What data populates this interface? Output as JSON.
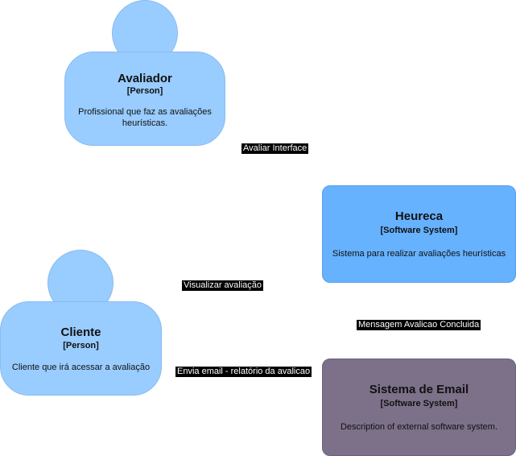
{
  "nodes": {
    "avaliador": {
      "name": "Avaliador",
      "type": "[Person]",
      "description": "Profissional que faz as avaliações heurísticas.",
      "color": "#99ccff"
    },
    "cliente": {
      "name": "Cliente",
      "type": "[Person]",
      "description": "Cliente que irá acessar a avaliação",
      "color": "#99ccff"
    },
    "heureca": {
      "name": "Heureca",
      "type": "[Software System]",
      "description": "Sistema para realizar avaliações heurísticas",
      "color": "#66b2ff"
    },
    "email": {
      "name": "Sistema de Email",
      "type": "[Software System]",
      "description": "Description of external software system.",
      "color": "#7c7189"
    }
  },
  "edges": {
    "avaliar": "Avaliar Interface",
    "visualizar": "Visualizar avaliação",
    "mensagem": "Mensagem Avalicao Concluida",
    "envia": "Envia email - relatório da avalicao"
  }
}
